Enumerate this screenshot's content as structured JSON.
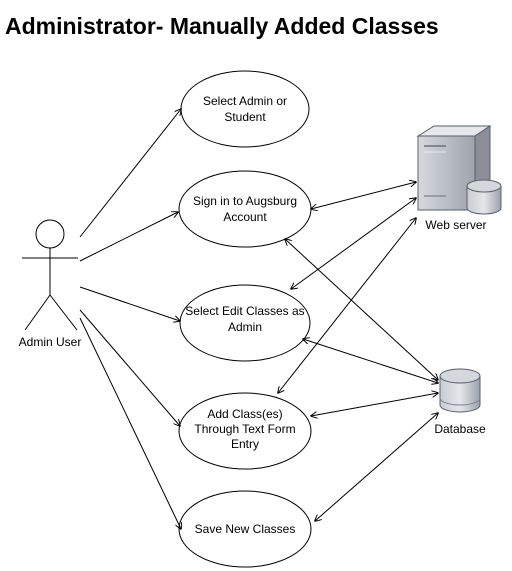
{
  "title": "Administrator- Manually Added Classes",
  "actor": {
    "label": "Admin User"
  },
  "use_cases": [
    {
      "lines": [
        "Select Admin or",
        "Student"
      ]
    },
    {
      "lines": [
        "Sign in to Augsburg",
        "Account"
      ]
    },
    {
      "lines": [
        "Select Edit Classes as",
        "Admin"
      ]
    },
    {
      "lines": [
        "Add Class(es)",
        "Through Text Form",
        "Entry"
      ]
    },
    {
      "lines": [
        "Save New Classes"
      ]
    }
  ],
  "web_server": {
    "label": "Web server",
    "icon": "server-icon"
  },
  "database": {
    "label": "Database",
    "icon": "database-icon"
  },
  "colors": {
    "line": "#000000",
    "server_body": "#b8bcc4",
    "database_body": "#aeb3bd"
  }
}
